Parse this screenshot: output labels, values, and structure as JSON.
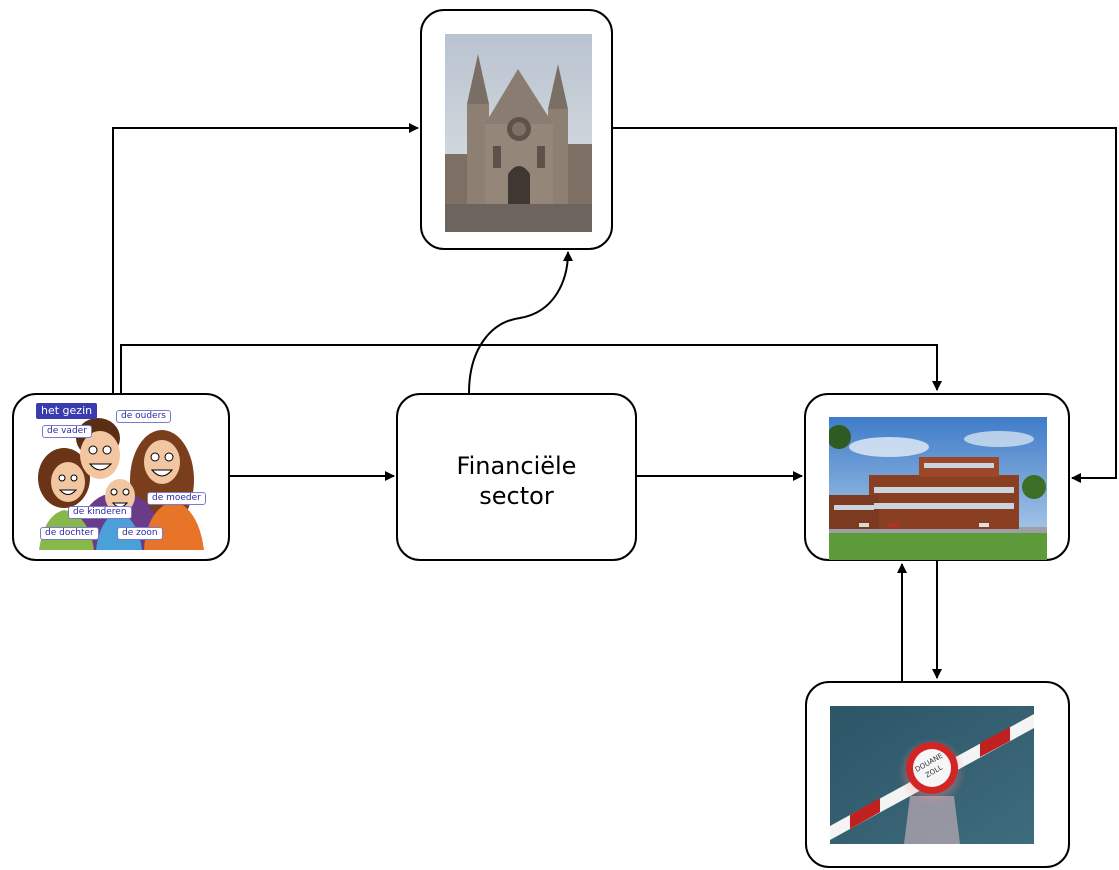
{
  "nodes": {
    "gezin": {
      "tags": {
        "main": "het gezin",
        "ouders": "de ouders",
        "vader": "de vader",
        "moeder": "de moeder",
        "kinderen": "de kinderen",
        "dochter": "de dochter",
        "zoon": "de zoon"
      }
    },
    "financiele_sector": {
      "label_line1": "Financiële",
      "label_line2": "sector"
    },
    "overheid": {},
    "bedrijven": {},
    "buitenland": {
      "sign_line1": "DOUANE",
      "sign_line2": "ZOLL"
    }
  },
  "colors": {
    "stroke": "#000000",
    "background": "#ffffff"
  }
}
